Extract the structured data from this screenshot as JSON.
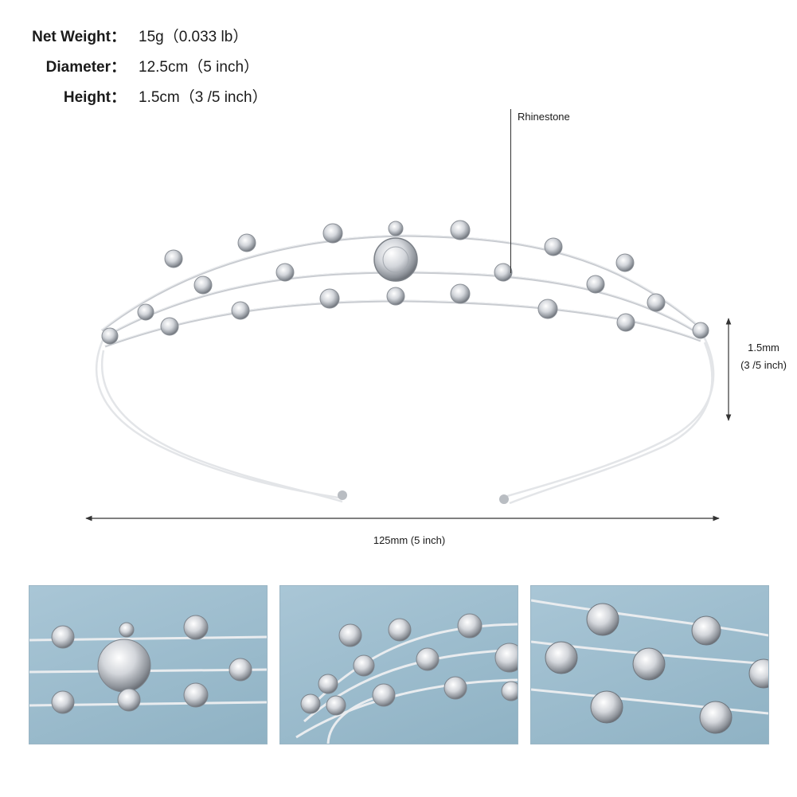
{
  "specs": {
    "net_weight": {
      "label": "Net Weight：",
      "value": "15g（0.033 lb）"
    },
    "diameter": {
      "label": "Diameter：",
      "value": "12.5cm（5  inch）"
    },
    "height": {
      "label": "Height：",
      "value": "1.5cm（3 /5 inch）"
    }
  },
  "annotations": {
    "callout": "Rhinestone",
    "height_mm": "1.5mm",
    "height_in": "(3 /5 inch)",
    "width": "125mm (5  inch)"
  },
  "colors": {
    "text": "#1a1a1a",
    "wire": "#c9ccd1",
    "thumb_background": "#a9c6d6"
  },
  "icons": {
    "arrow": "double-headed-arrow-icon",
    "stone": "rhinestone-icon"
  }
}
